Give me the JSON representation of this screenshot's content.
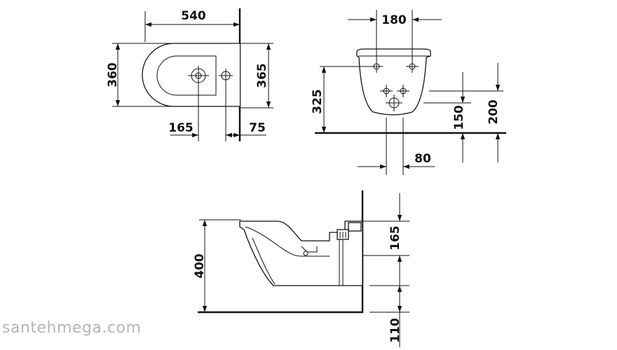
{
  "watermark": "santehmega.com",
  "top_view": {
    "width": "540",
    "depth": "360",
    "depth_to_wall": "365",
    "hole_offset": "165",
    "wall_offset": "75"
  },
  "front_view": {
    "width": "180",
    "height": "325",
    "inlet_height": "150",
    "bolt_height": "200",
    "outlet_offset": "80"
  },
  "side_view": {
    "height": "400",
    "upper": "165",
    "floor": "110"
  },
  "colors": {
    "line": "#111111",
    "watermark": "#b5b5b5"
  }
}
